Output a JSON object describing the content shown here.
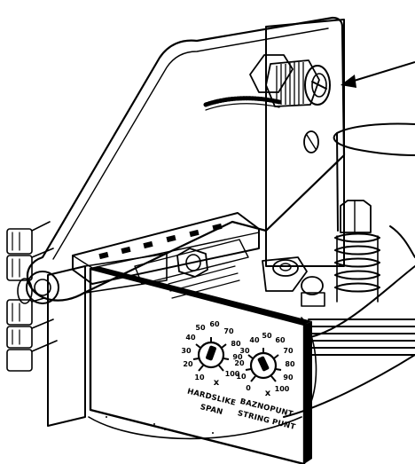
{
  "callout": {
    "target": "knurled-adjustment-knob"
  },
  "dials": {
    "span": {
      "numbers": [
        "10",
        "20",
        "30",
        "40",
        "50",
        "60",
        "70",
        "80",
        "90",
        "100"
      ],
      "multiplier": "x",
      "caption_line1": "HARDSLIKE",
      "caption_line2": "SPAN"
    },
    "setpoint": {
      "numbers": [
        "0",
        "10",
        "20",
        "30",
        "40",
        "50",
        "60",
        "70",
        "80",
        "90",
        "100"
      ],
      "multiplier": "x",
      "caption_line1": "BAZNOPUNT",
      "caption_line2": "STRING PUNT"
    }
  },
  "colors": {
    "ink": "#000000",
    "background": "#ffffff",
    "shade": "#bfbfbf"
  }
}
